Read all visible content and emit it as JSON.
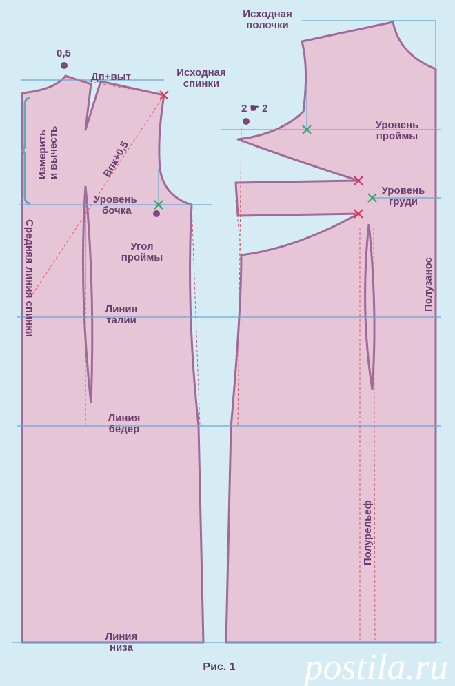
{
  "labels": {
    "front_original": [
      "Исходная",
      "полочки"
    ],
    "back_original": [
      "Исходная",
      "спинки"
    ],
    "half_five": "0,5",
    "shoulder": "Дп+выт",
    "measure": [
      "Измерить",
      "и вычесть"
    ],
    "vpk": "Впк+0,5",
    "side_level": [
      "Уровень",
      "бочка"
    ],
    "armhole_angle": [
      "Угол",
      "проймы"
    ],
    "center_back": "Средняя линия спинки",
    "waist": [
      "Линия",
      "талии"
    ],
    "hip": [
      "Линия",
      "бёдер"
    ],
    "hem": [
      "Линия",
      "низа"
    ],
    "two_two": "2 ☛ 2",
    "armhole_level": [
      "Уровень",
      "проймы"
    ],
    "bust_level": [
      "Уровень",
      "груди"
    ],
    "half_wrap": "Полузанос",
    "half_relief": "Полурельеф",
    "caption": "Рис. 1"
  },
  "watermark": "postila.ru",
  "colors": {
    "background": "#d6ecf5",
    "fabric": "#e6c5d6",
    "outline": "#a06a9a",
    "guide": "#6aa8d8",
    "dash": "#e05a6a",
    "text": "#6b3d6e"
  }
}
